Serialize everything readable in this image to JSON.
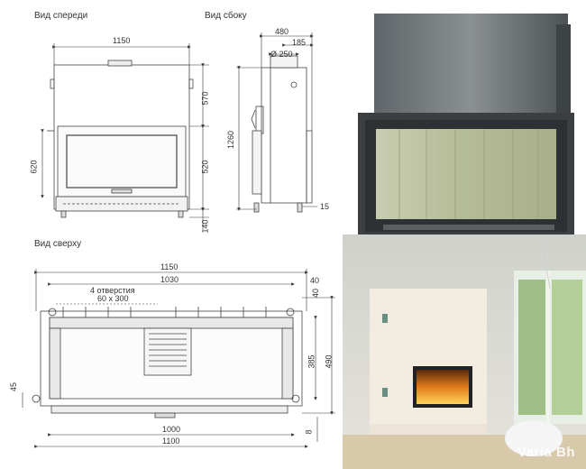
{
  "titles": {
    "front": "Вид спереди",
    "side": "Вид сбоку",
    "top": "Вид сверху"
  },
  "front_dims": {
    "width": "1150",
    "upper": "570",
    "lower": "520",
    "door": "620",
    "legs": "140"
  },
  "side_dims": {
    "depth": "480",
    "collar_offset": "185",
    "collar_dia": "Ø 250",
    "height": "1260",
    "foot": "15"
  },
  "top_dims": {
    "width_outer": "1150",
    "width_inner": "1030",
    "openings": "4 отверстия",
    "openings_size": "60 x 300",
    "right_top": "40",
    "right_top2": "40",
    "depth_inner": "385",
    "depth_outer": "490",
    "left": "45",
    "bottom_inner": "1000",
    "bottom_outer": "1100",
    "bottom_right": "8"
  },
  "brand": "Varia Bh"
}
